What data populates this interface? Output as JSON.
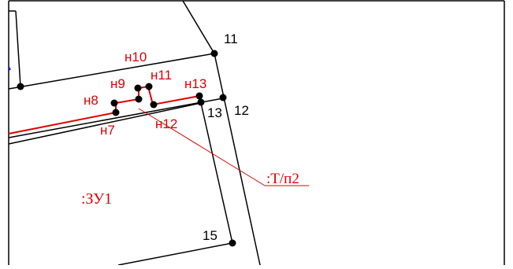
{
  "colors": {
    "background": "#ffffff",
    "line": "#000000",
    "accent": "#e00000",
    "frame": "#000000",
    "marker": "#1a1aff"
  },
  "points_black": {
    "p11": "11",
    "p12": "12",
    "p13": "13",
    "p15": "15"
  },
  "points_red": {
    "n7": "н7",
    "n8": "н8",
    "n9": "н9",
    "n10": "н10",
    "n11": "н11",
    "n12": "н12",
    "n13": "н13"
  },
  "labels": {
    "parcel": ":ЗУ1",
    "zone": ":Т/п2"
  }
}
